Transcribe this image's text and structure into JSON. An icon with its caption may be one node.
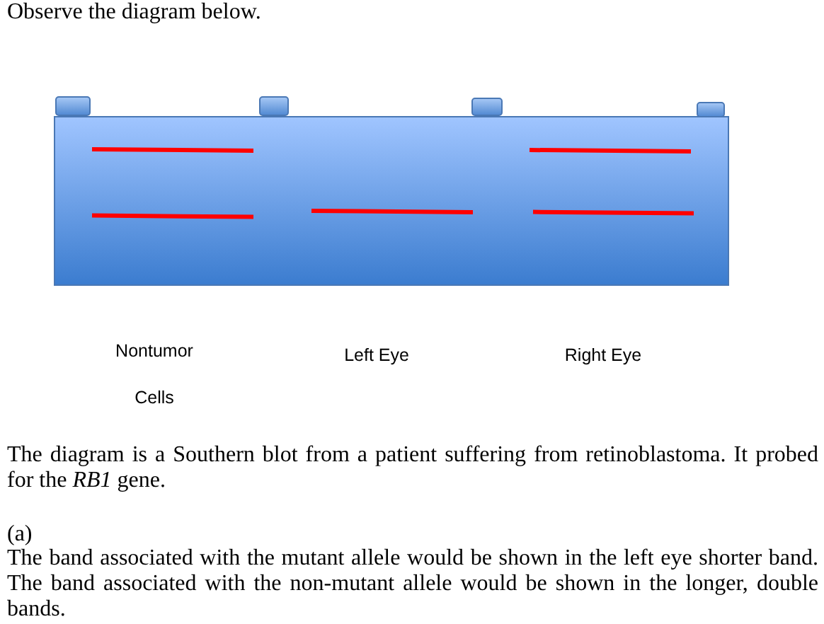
{
  "diagram": {
    "labels": [
      "Observe the diagram below.",
      "Nontumor Cells",
      "Left Eye",
      "Right Eye",
      "The diagram is a Southern blot from a patient suffering from retinoblastoma. It probed for the *RB1* gene.",
      "(a)",
      "The band associated with the mutant allele would be shown in the left eye shorter band.",
      "The band associated with the non-mutant allele would be shown in the longer, double bands."
    ]
  }
}
